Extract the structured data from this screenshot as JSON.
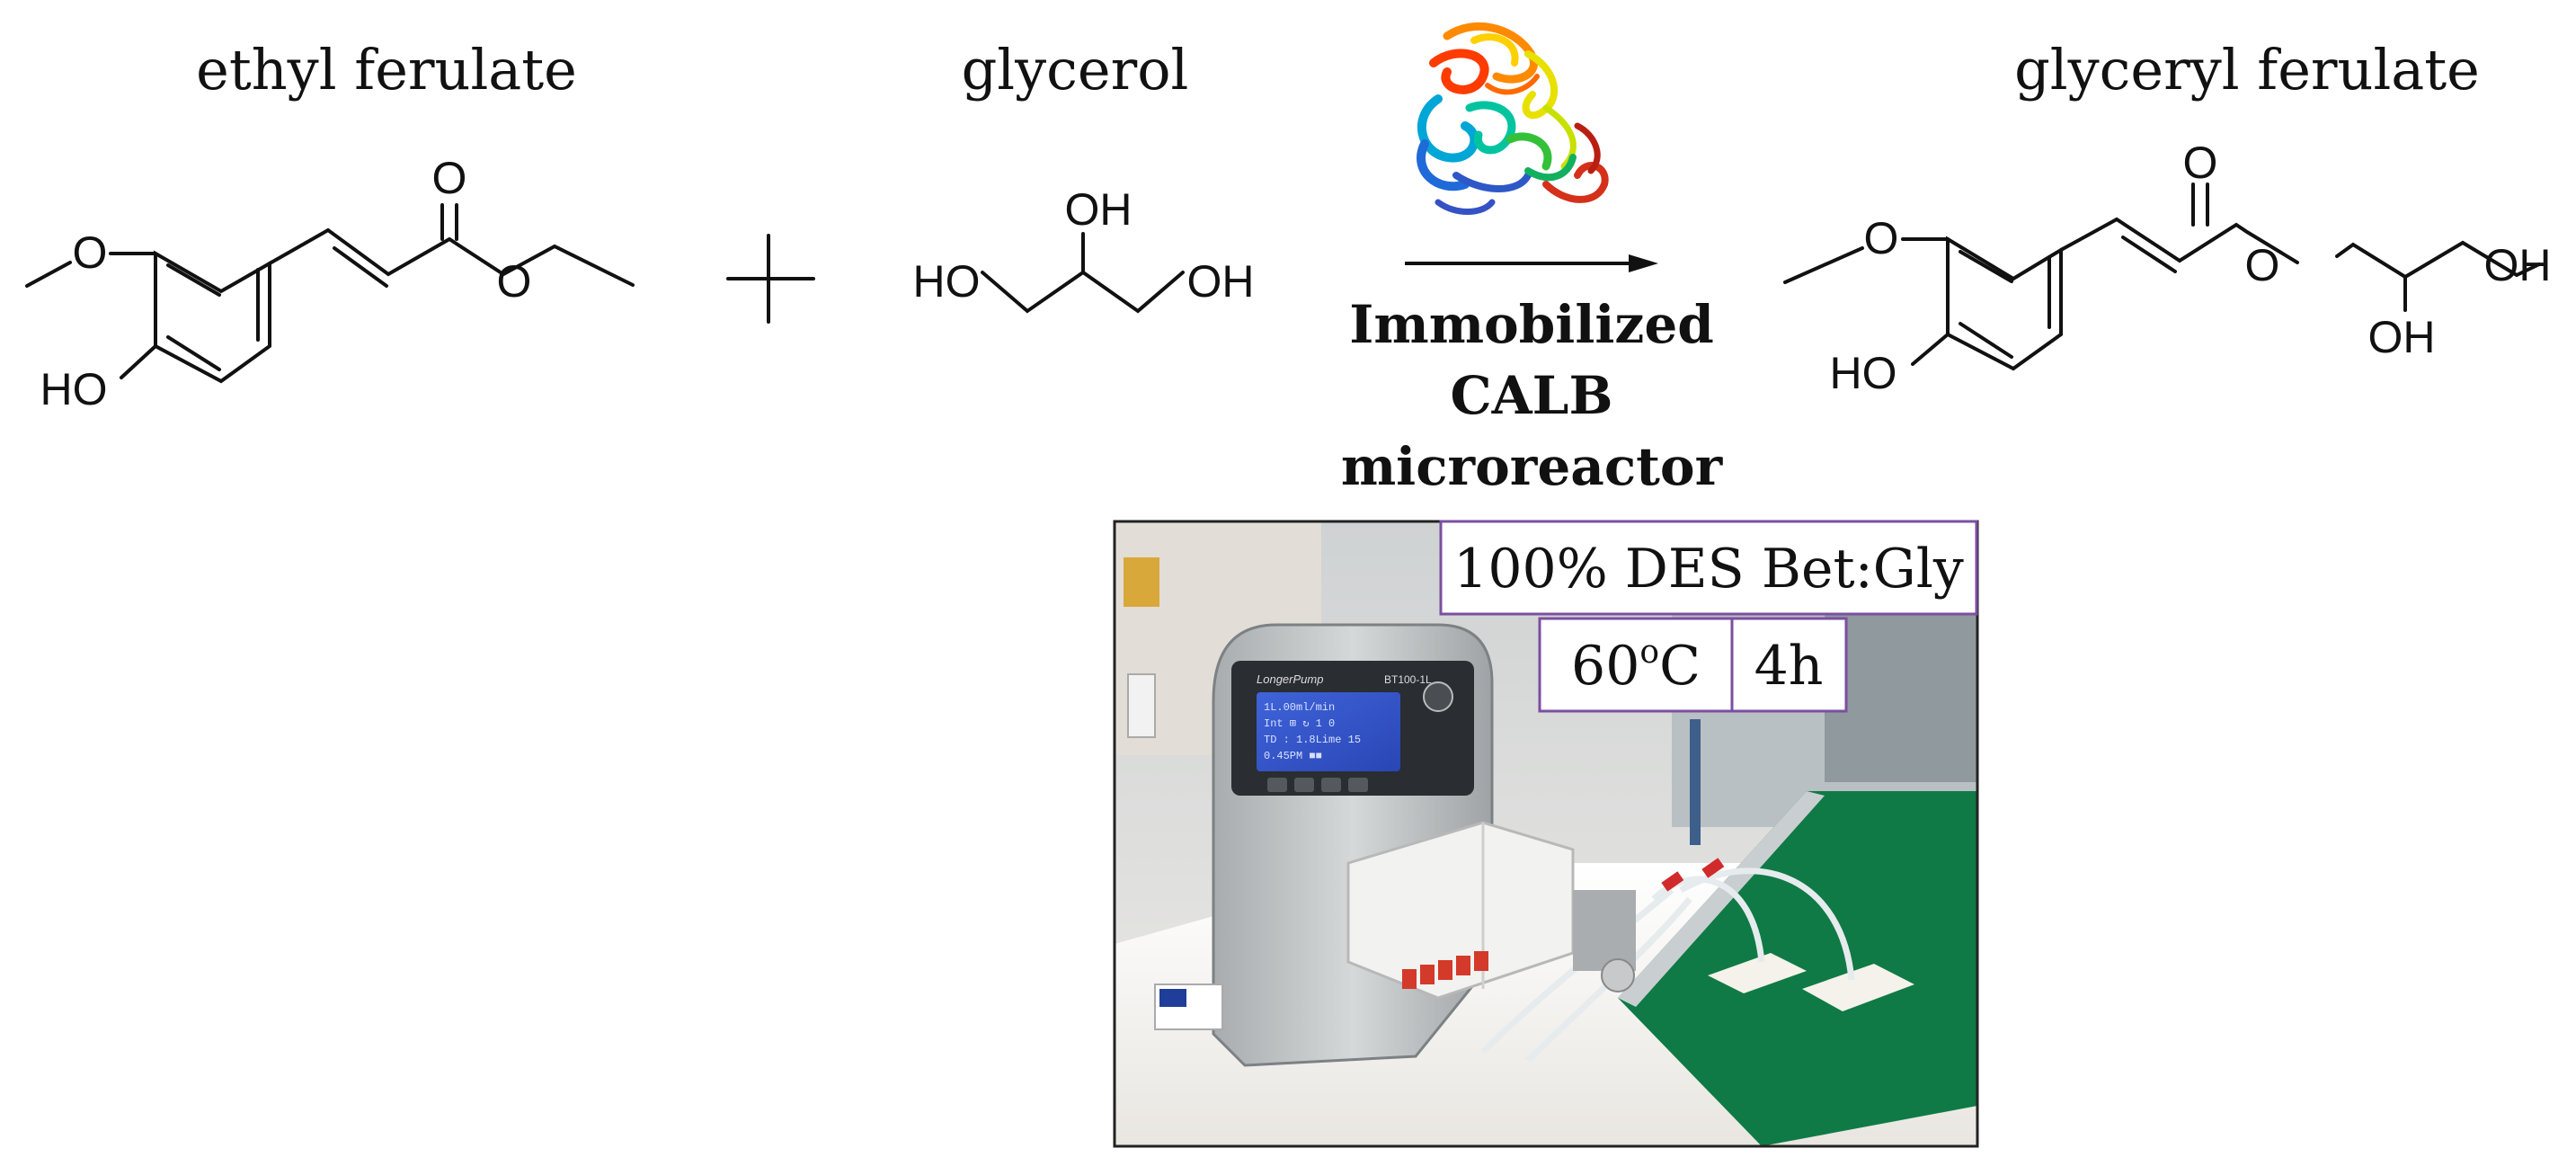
{
  "reactants": [
    {
      "name": "ethyl ferulate",
      "atoms": {
        "methoxy_o": "O",
        "hydroxyl": "HO",
        "carbonyl_o": "O",
        "ester_o": "O"
      }
    },
    {
      "name": "glycerol",
      "atoms": {
        "top_oh": "OH",
        "left_oh": "HO",
        "right_oh": "OH"
      }
    }
  ],
  "plus_sign": "+",
  "product": {
    "name": "glyceryl ferulate",
    "atoms": {
      "methoxy_o": "O",
      "hydroxyl": "HO",
      "carbonyl_o": "O",
      "ester_o": "O",
      "terminal_oh": "OH",
      "secondary_oh": "OH"
    }
  },
  "reaction": {
    "conditions": [
      "Immobilized",
      "CALB",
      "microreactor"
    ],
    "enzyme_icon": "protein-structure-icon"
  },
  "photo": {
    "labels": {
      "solvent": "100% DES Bet:Gly",
      "temperature_value": "60",
      "temperature_sup": "o",
      "temperature_unit": "C",
      "time": "4h"
    },
    "border_color": "#7b4fa0",
    "pump_screen_text": [
      "1L.00ml/min",
      "Int   ⊞  ↻   1 0",
      "TD  :  1.8Lime   15",
      "0.45PM          ■■"
    ],
    "brand": "LongerPump",
    "model": "BT100-1L"
  }
}
